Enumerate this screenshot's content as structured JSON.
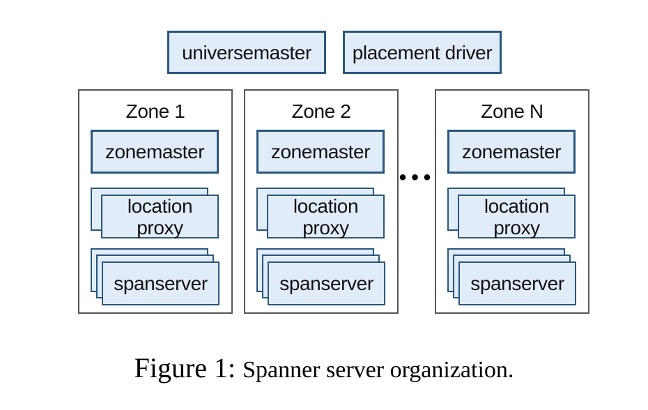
{
  "colors": {
    "node_fill": "#e1ecf9",
    "node_border": "#29567d",
    "zone_border": "#575757",
    "background": "#ffffff",
    "text": "#111111"
  },
  "diagram": {
    "top_nodes": [
      {
        "label": "universemaster"
      },
      {
        "label": "placement driver"
      }
    ],
    "zones": [
      {
        "title": "Zone 1",
        "zonemaster_label": "zonemaster",
        "location_proxy_label": "location proxy",
        "spanserver_label": "spanserver"
      },
      {
        "title": "Zone 2",
        "zonemaster_label": "zonemaster",
        "location_proxy_label": "location proxy",
        "spanserver_label": "spanserver"
      },
      {
        "title": "Zone N",
        "zonemaster_label": "zonemaster",
        "location_proxy_label": "location proxy",
        "spanserver_label": "spanserver"
      }
    ],
    "ellipsis": "•••"
  },
  "caption": {
    "prefix": "Figure 1:",
    "text": "Spanner server organization."
  }
}
